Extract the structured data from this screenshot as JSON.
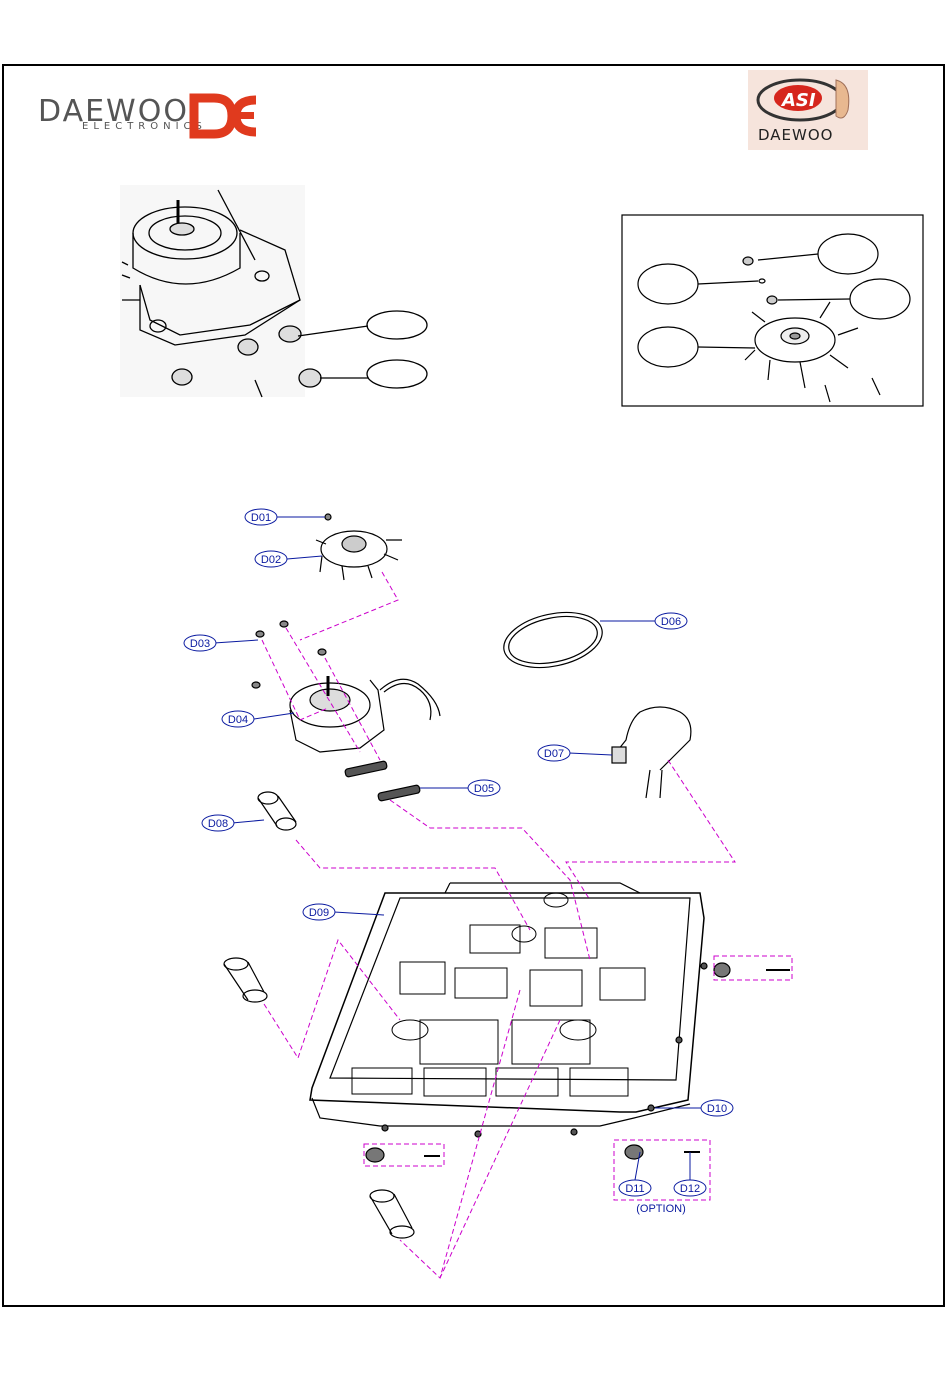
{
  "brand": {
    "name": "DAEWOO",
    "subtitle": "ELECTRONICS",
    "partner_logo_text": "ASI",
    "partner_logo_subtext": "DAEWOO"
  },
  "callouts": {
    "d01": "D01",
    "d02": "D02",
    "d03": "D03",
    "d04": "D04",
    "d05": "D05",
    "d06": "D06",
    "d07": "D07",
    "d08": "D08",
    "d09": "D09",
    "d10": "D10",
    "d11": "D11",
    "d12": "D12"
  },
  "option_label": "(OPTION)",
  "colors": {
    "callout_text": "#0a1aa0",
    "leader_line": "#cc00cc",
    "outline": "#000000",
    "brand_red": "#e03a1e"
  },
  "icons": [
    "daewoo-logo-icon",
    "asi-logo-icon"
  ]
}
